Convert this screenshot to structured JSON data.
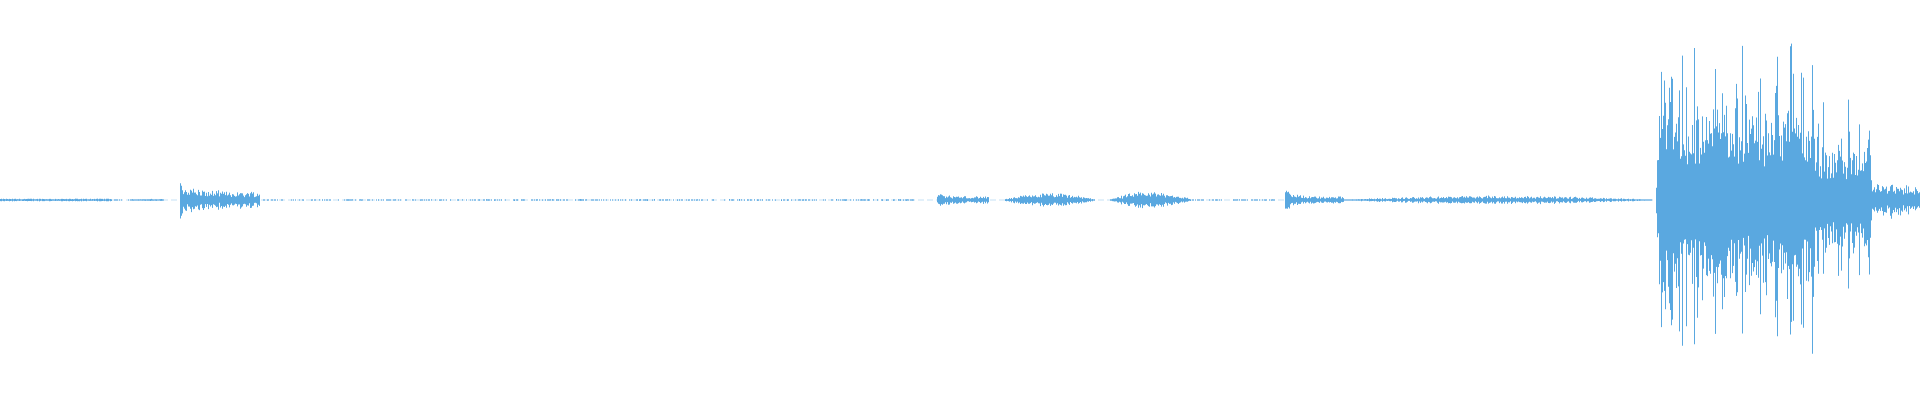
{
  "waveform": {
    "color": "#5aa8e0",
    "background": "#ffffff",
    "description_visible_text": "",
    "segments": [
      {
        "start": 0.0,
        "end": 0.058,
        "level": 0.008,
        "style": "noise"
      },
      {
        "start": 0.058,
        "end": 0.068,
        "level": 0.003,
        "style": "dotted"
      },
      {
        "start": 0.068,
        "end": 0.085,
        "level": 0.006,
        "style": "noise"
      },
      {
        "start": 0.0935,
        "end": 0.135,
        "level": 0.05,
        "style": "burst",
        "peak": 0.11
      },
      {
        "start": 0.135,
        "end": 0.24,
        "level": 0.004,
        "style": "dotted"
      },
      {
        "start": 0.24,
        "end": 0.48,
        "level": 0.005,
        "style": "dotted"
      },
      {
        "start": 0.488,
        "end": 0.515,
        "level": 0.022,
        "style": "burst",
        "peak": 0.045
      },
      {
        "start": 0.523,
        "end": 0.57,
        "level": 0.02,
        "style": "swell",
        "peak": 0.04
      },
      {
        "start": 0.578,
        "end": 0.62,
        "level": 0.025,
        "style": "swell",
        "peak": 0.05
      },
      {
        "start": 0.62,
        "end": 0.665,
        "level": 0.004,
        "style": "dotted"
      },
      {
        "start": 0.669,
        "end": 0.7,
        "level": 0.02,
        "style": "burst",
        "peak": 0.07
      },
      {
        "start": 0.7,
        "end": 0.86,
        "level": 0.01,
        "style": "swell",
        "peak": 0.025
      },
      {
        "start": 0.862,
        "end": 0.945,
        "level": 0.75,
        "style": "loud",
        "peak": 0.92
      },
      {
        "start": 0.945,
        "end": 0.975,
        "level": 0.45,
        "style": "loud",
        "peak": 0.6
      },
      {
        "start": 0.975,
        "end": 1.0,
        "level": 0.09,
        "style": "decay",
        "peak": 0.12
      }
    ]
  }
}
